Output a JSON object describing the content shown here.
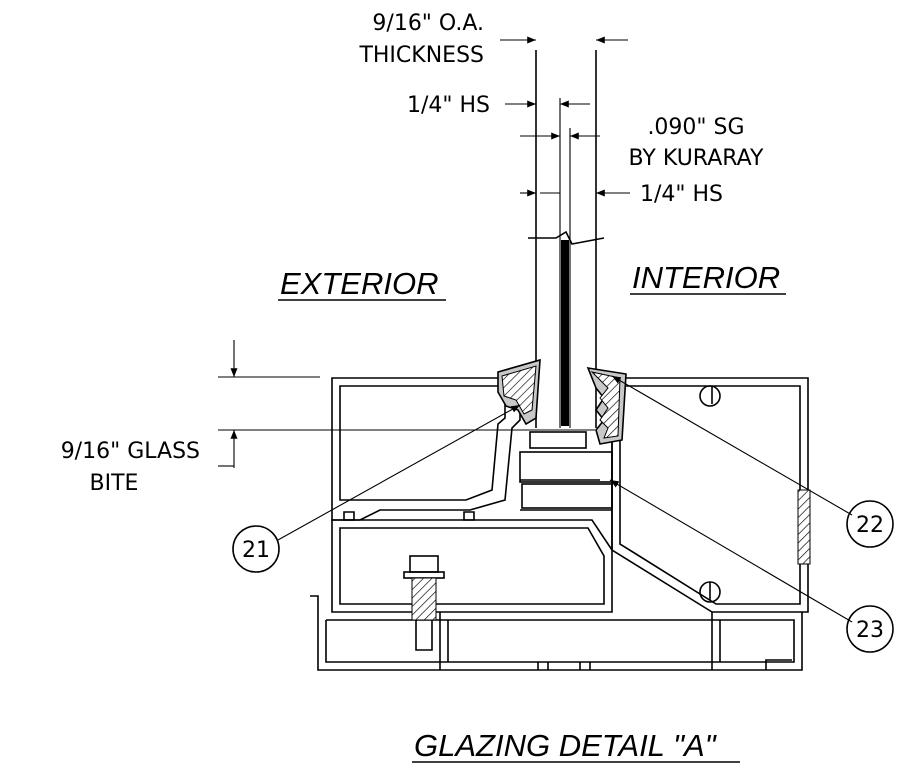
{
  "labels": {
    "oa_thickness_line1": "9/16\" O.A.",
    "oa_thickness_line2": "THICKNESS",
    "hs_top": "1/4\" HS",
    "sg_line1": ".090\" SG",
    "sg_line2": "BY KURARAY",
    "hs_bottom": "1/4\" HS",
    "exterior": "EXTERIOR",
    "interior": "INTERIOR",
    "glass_bite_line1": "9/16\" GLASS",
    "glass_bite_line2": "BITE",
    "title": "GLAZING DETAIL \"A\""
  },
  "callouts": [
    {
      "id": "callout-21",
      "number": "21"
    },
    {
      "id": "callout-22",
      "number": "22"
    },
    {
      "id": "callout-23",
      "number": "23"
    }
  ]
}
